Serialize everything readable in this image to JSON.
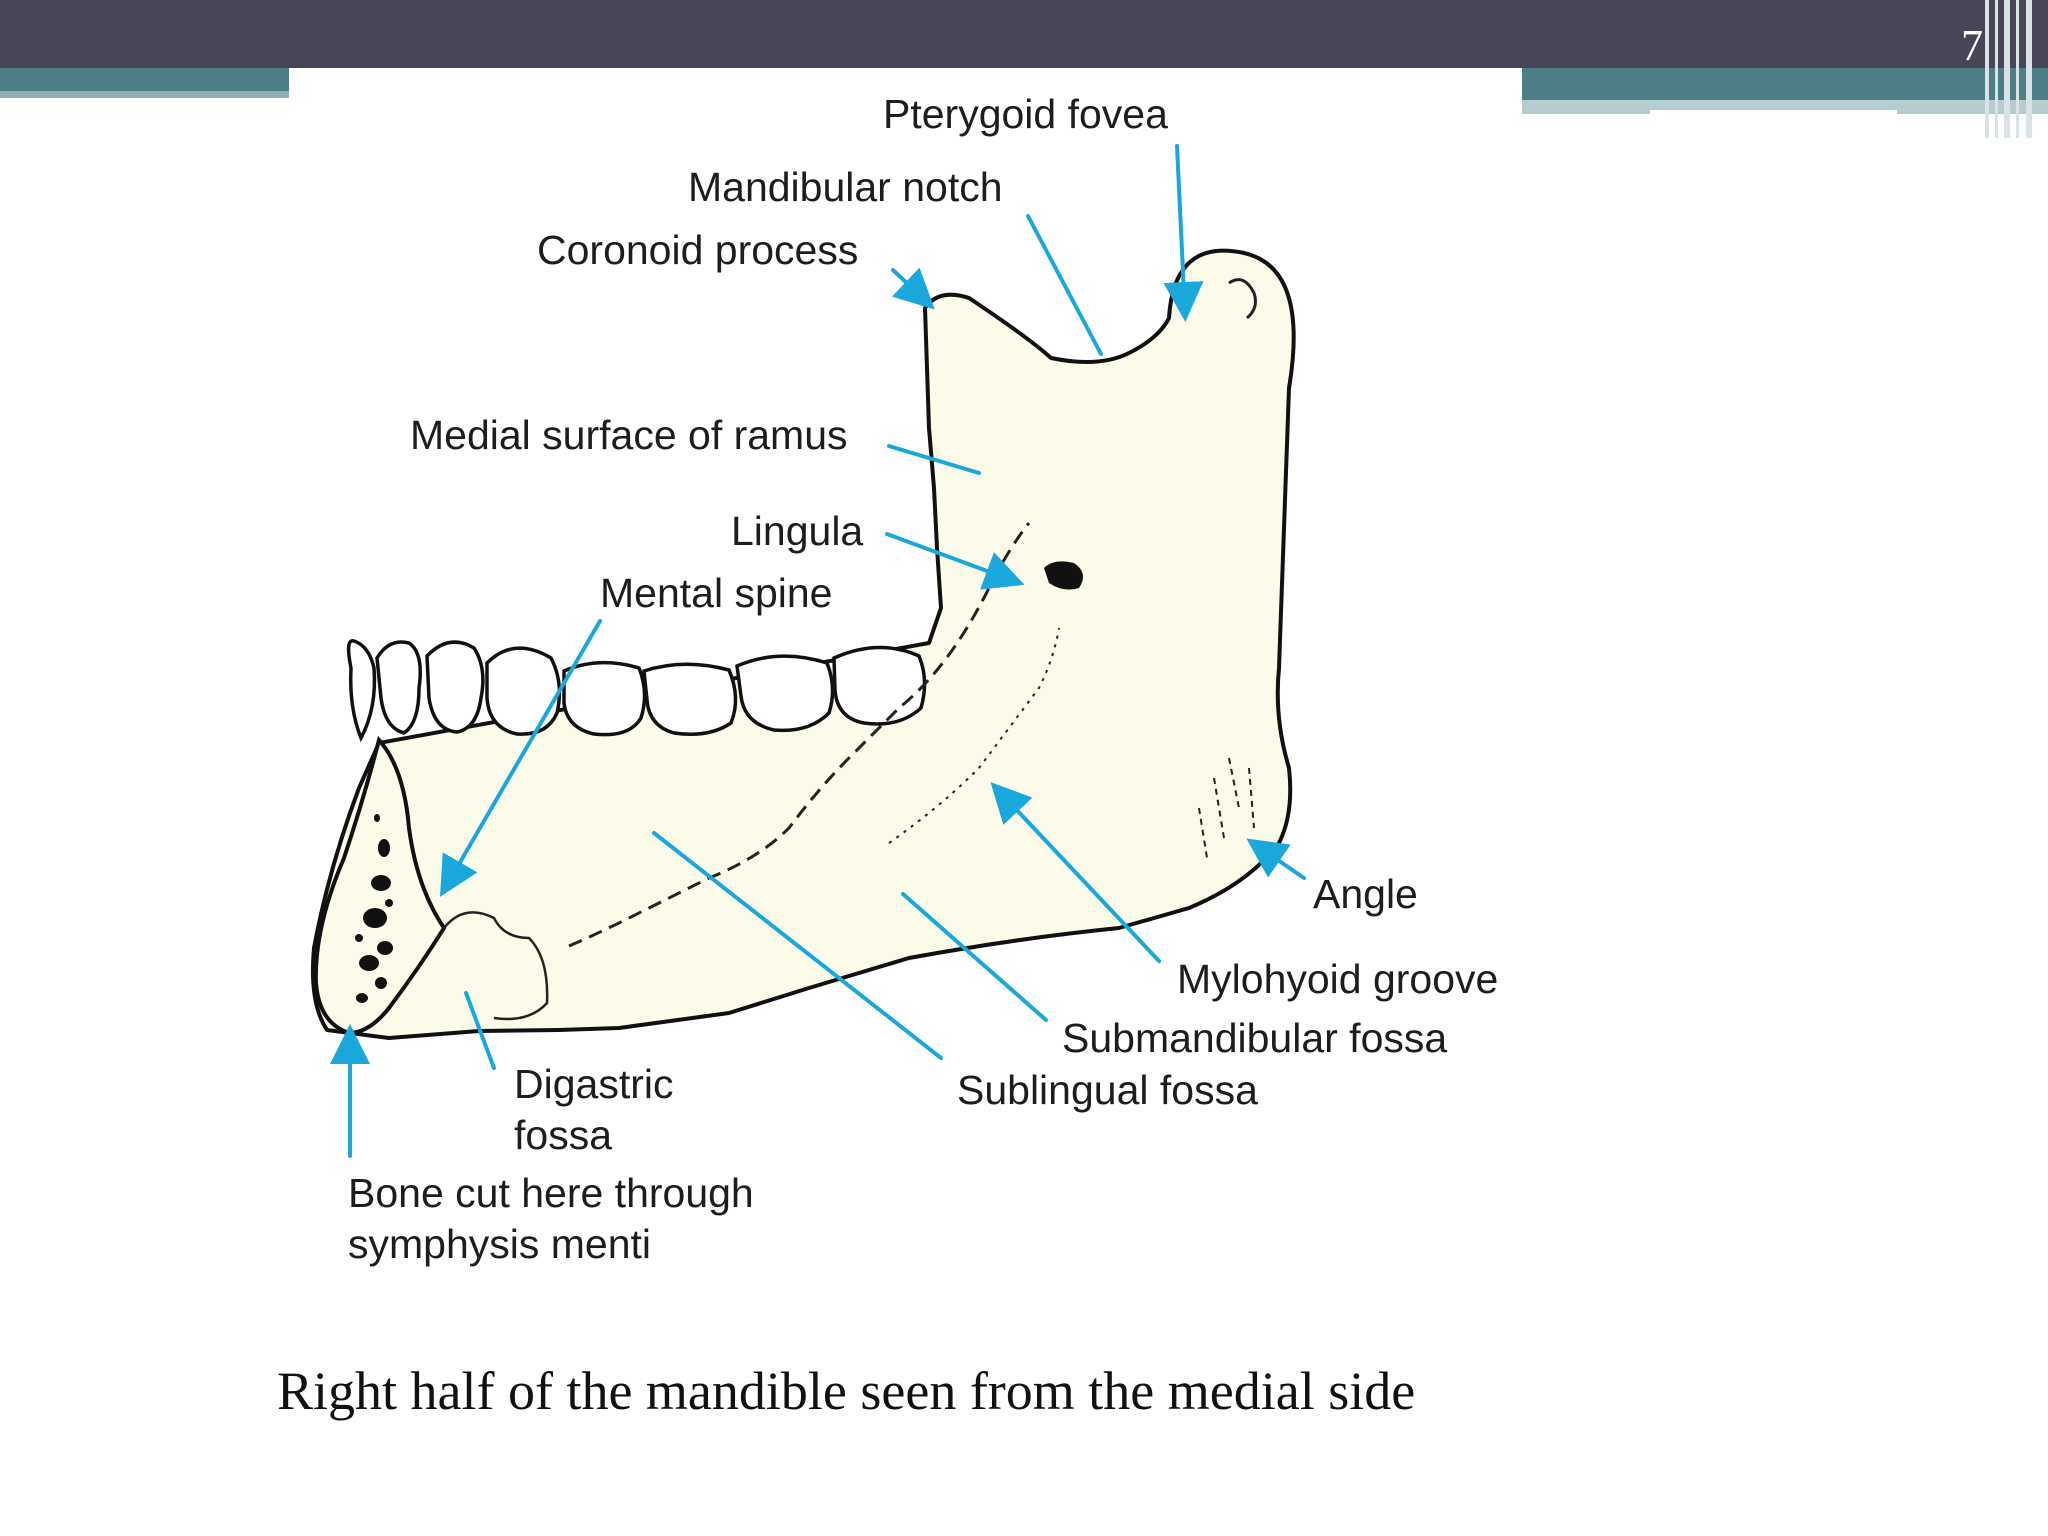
{
  "slide": {
    "number": "7"
  },
  "colors": {
    "title_bar": "#464656",
    "accent_teal": "#4f7f86",
    "accent_light": "#b6cdd0",
    "bone_fill": "#fcfbe9",
    "arrow": "#1aa7dc"
  },
  "diagram": {
    "labels": {
      "pterygoid_fovea": "Pterygoid fovea",
      "mandibular_notch": "Mandibular notch",
      "coronoid_process": "Coronoid process",
      "medial_surface_of_ramus": "Medial surface of ramus",
      "lingula": "Lingula",
      "mental_spine": "Mental spine",
      "angle": "Angle",
      "mylohyoid_groove": "Mylohyoid groove",
      "submandibular_fossa": "Submandibular fossa",
      "sublingual_fossa": "Sublingual fossa",
      "digastric_fossa_line1": "Digastric",
      "digastric_fossa_line2": "fossa",
      "bone_cut_line1": "Bone cut here through",
      "bone_cut_line2": "symphysis menti"
    }
  },
  "caption": "Right half of the mandible seen from the medial side"
}
